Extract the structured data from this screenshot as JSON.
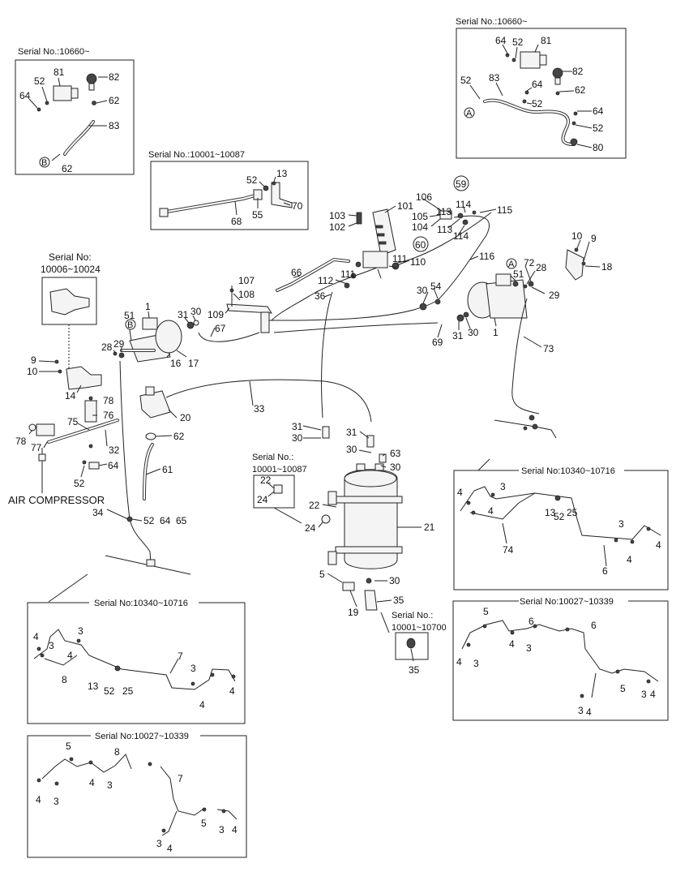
{
  "labels": {
    "air_compressor": "AIR COMPRESSOR"
  },
  "serials": {
    "s10660_left": "Serial No.:10660~",
    "s10660_right": "Serial No.:10660~",
    "s10001_10087_top": "Serial No.:10001~10087",
    "s10006_title": "Serial No:",
    "s10006_range": "10006~10024",
    "s10001_10087_mid_title": "Serial No.:",
    "s10001_10087_mid_range": "10001~10087",
    "s10001_10700_title": "Serial No.:",
    "s10001_10700_range": "10001~10700",
    "s10340_right": "Serial No:10340~10716",
    "s10027_right": "Serial No:10027~10339",
    "s10340_left": "Serial No:10340~10716",
    "s10027_left": "Serial No:10027~10339"
  },
  "circled": {
    "A1": "A",
    "A2": "A",
    "B1": "B",
    "B2": "B",
    "c59": "59",
    "c60": "60"
  },
  "callouts": {
    "lt_81": "81",
    "lt_82": "82",
    "lt_52": "52",
    "lt_64": "64",
    "lt_62a": "62",
    "lt_83": "83",
    "lt_62b": "62",
    "rt_64a": "64",
    "rt_52a": "52",
    "rt_81": "81",
    "rt_82": "82",
    "rt_52b": "52",
    "rt_83": "83",
    "rt_64b": "64",
    "rt_62": "62",
    "rt_52c": "52",
    "rt_64c": "64",
    "rt_52d": "52",
    "rt_80": "80",
    "tb_52": "52",
    "tb_13": "13",
    "tb_70": "70",
    "tb_55": "55",
    "tb_68": "68",
    "m_103": "103",
    "m_102": "102",
    "m_101": "101",
    "m_106": "106",
    "m_114a": "114",
    "m_115": "115",
    "m_105": "105",
    "m_113a": "113",
    "m_104": "104",
    "m_113b": "113",
    "m_114b": "114",
    "m_110": "110",
    "m_116": "116",
    "m_111a": "111",
    "m_111b": "111",
    "m_112": "112",
    "m_66": "66",
    "m_36": "36",
    "m_107": "107",
    "m_108": "108",
    "m_109": "109",
    "m_67": "67",
    "m_31a": "31",
    "m_30a": "30",
    "m_1a": "1",
    "m_51a": "51",
    "m_29a": "29",
    "m_28a": "28",
    "m_16": "16",
    "m_17": "17",
    "m_9a": "9",
    "m_10a": "10",
    "m_14": "14",
    "r_10": "10",
    "r_9": "9",
    "r_18": "18",
    "r_72": "72",
    "r_28": "28",
    "r_51": "51",
    "r_29": "29",
    "r_54": "54",
    "r_30a": "30",
    "r_69": "69",
    "r_31": "31",
    "r_30b": "30",
    "r_1": "1",
    "r_73": "73",
    "c_78a": "78",
    "c_76": "76",
    "c_75": "75",
    "c_78b": "78",
    "c_77": "77",
    "c_32": "32",
    "c_64": "64",
    "c_52": "52",
    "c_20": "20",
    "c_62": "62",
    "c_61": "61",
    "c_33": "33",
    "c_34": "34",
    "c_52b": "52",
    "c_64b": "64",
    "c_65": "65",
    "t_31a": "31",
    "t_30a": "30",
    "t_31b": "31",
    "t_30b": "30",
    "t_63": "63",
    "t_30c": "30",
    "t_22a": "22",
    "t_24a": "24",
    "t_22b": "22",
    "t_24b": "24",
    "t_21": "21",
    "t_5": "5",
    "t_30d": "30",
    "t_19": "19",
    "t_35a": "35",
    "t_35b": "35",
    "d1_4a": "4",
    "d1_3a": "3",
    "d1_4b": "4",
    "d1_13": "13",
    "d1_52": "52",
    "d1_25": "25",
    "d1_74": "74",
    "d1_3b": "3",
    "d1_4c": "4",
    "d1_6": "6",
    "d1_4d": "4",
    "d2_5a": "5",
    "d2_6a": "6",
    "d2_6b": "6",
    "d2_4a": "4",
    "d2_3a": "3",
    "d2_4b": "4",
    "d2_3b": "3",
    "d2_5b": "5",
    "d2_3c": "3",
    "d2_4c": "4",
    "d2_3d": "3",
    "d2_4d": "4",
    "d3_4a": "4",
    "d3_3a": "3",
    "d3_4b": "4",
    "d3_7": "7",
    "d3_8": "8",
    "d3_13": "13",
    "d3_52": "52",
    "d3_25": "25",
    "d3_3b": "3",
    "d3_3c": "3",
    "d3_4c": "4",
    "d3_4d": "4",
    "d4_5a": "5",
    "d4_8": "8",
    "d4_4a": "4",
    "d4_3a": "3",
    "d4_4b": "4",
    "d4_3b": "3",
    "d4_7": "7",
    "d4_5b": "5",
    "d4_3c": "3",
    "d4_4c": "4",
    "d4_3d": "3",
    "d4_4d": "4"
  }
}
